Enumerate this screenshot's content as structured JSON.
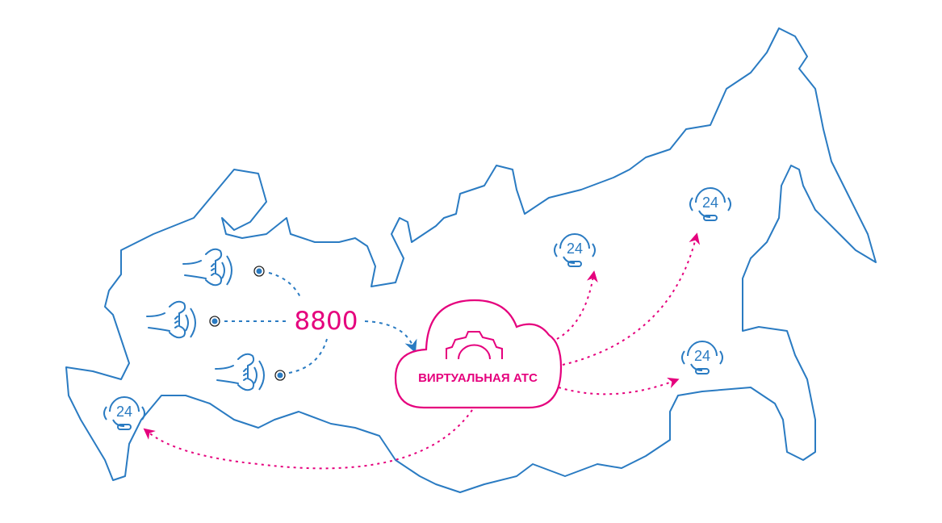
{
  "diagram": {
    "number_label": "8800",
    "pbx_label": "ВИРТУАЛЬНАЯ АТС",
    "operators": [
      {
        "label": "24"
      },
      {
        "label": "24"
      },
      {
        "label": "24"
      },
      {
        "label": "24"
      }
    ]
  },
  "colors": {
    "blue": "#2a7bc2",
    "pink": "#e5007d"
  }
}
